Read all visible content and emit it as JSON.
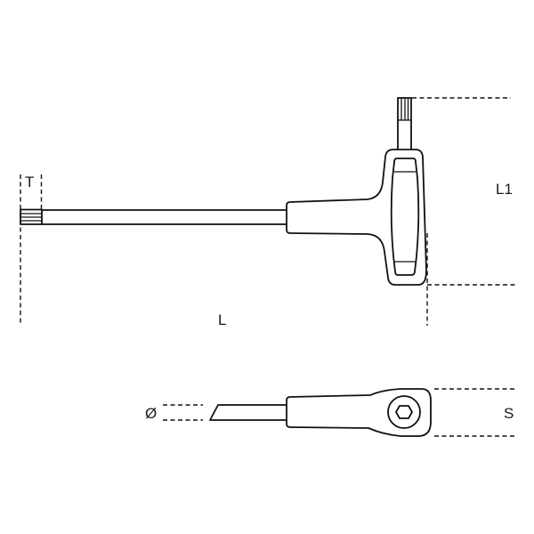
{
  "diagram": {
    "subject": "T-handle hex key technical drawing",
    "colors": {
      "line": "#111111",
      "background": "#ffffff"
    },
    "top_view": {
      "dimension_labels": {
        "tip_length": "T",
        "overall_length": "L",
        "handle_height": "L1"
      }
    },
    "bottom_view": {
      "dimension_labels": {
        "diameter": "Ø",
        "handle_thickness": "S"
      }
    }
  }
}
